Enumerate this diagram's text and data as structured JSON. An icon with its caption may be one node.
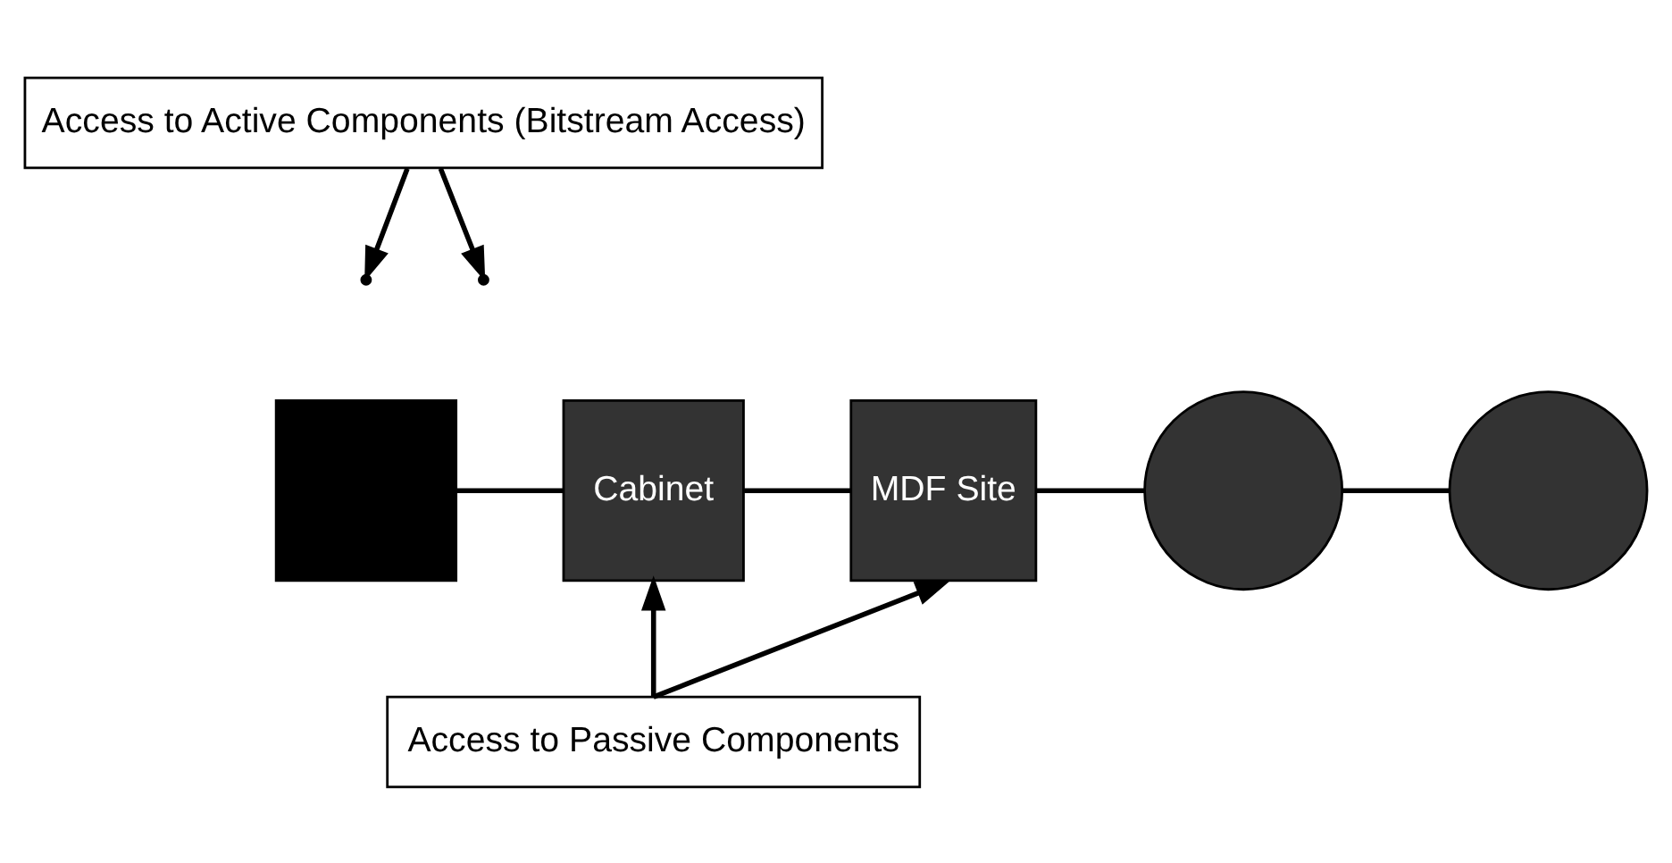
{
  "diagram": {
    "nodes": [
      {
        "text": [],
        "shape": "box"
      },
      {
        "text": [
          "Cabinet"
        ]
      },
      {
        "text": [
          "MDF Site"
        ]
      },
      {
        "text": [],
        "shape": "circle"
      },
      {
        "text": [],
        "shape": "circle"
      },
      {
        "text": [
          "Access to Active Components (Bitstream Access)"
        ]
      },
      {
        "text": [
          "Access to Passive Components"
        ]
      }
    ],
    "edges": [
      {
        "from": 0,
        "to": 1,
        "arrow": "none"
      },
      {
        "from": 1,
        "to": 2,
        "arrow": "none"
      },
      {
        "from": 2,
        "to": 3,
        "arrow": "none"
      },
      {
        "from": 3,
        "to": 4,
        "arrow": "none"
      },
      {
        "from": 5,
        "to": null,
        "arrow": "to"
      },
      {
        "from": 5,
        "to": null,
        "arrow": "to"
      },
      {
        "from": 6,
        "to": 1,
        "arrow": "to"
      },
      {
        "from": 6,
        "to": 2,
        "arrow": "to"
      }
    ]
  }
}
